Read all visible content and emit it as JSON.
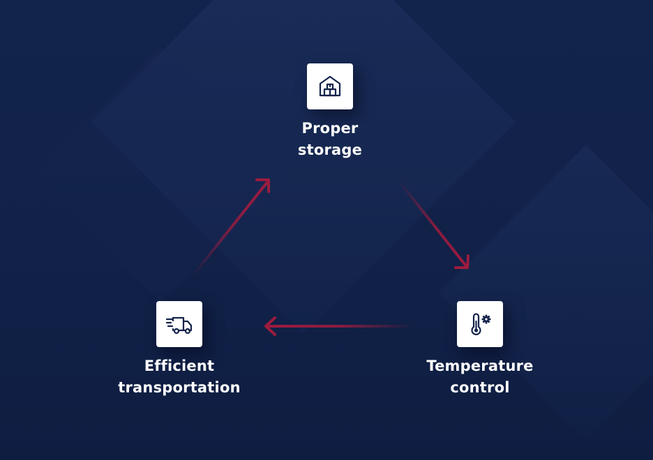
{
  "diagram": {
    "type": "cycle",
    "colors": {
      "background": "#13234a",
      "arrow": "#9c1c3f",
      "card": "#ffffff",
      "icon_stroke": "#14234a",
      "label": "#ffffff"
    },
    "nodes": [
      {
        "id": "storage",
        "label": "Proper\nstorage",
        "icon": "warehouse-icon"
      },
      {
        "id": "temperature",
        "label": "Temperature\ncontrol",
        "icon": "thermometer-gear-icon"
      },
      {
        "id": "transport",
        "label": "Efficient\ntransportation",
        "icon": "delivery-truck-icon"
      }
    ],
    "edges": [
      {
        "from": "storage",
        "to": "temperature"
      },
      {
        "from": "temperature",
        "to": "transport"
      },
      {
        "from": "transport",
        "to": "storage"
      }
    ]
  }
}
